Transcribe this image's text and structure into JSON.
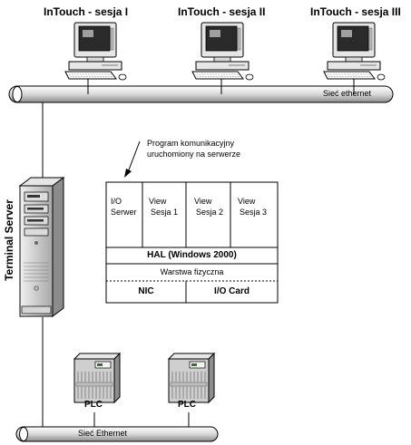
{
  "workstations": [
    {
      "label": "InTouch - sesja I"
    },
    {
      "label": "InTouch - sesja II"
    },
    {
      "label": "InTouch - sesja III"
    }
  ],
  "top_network_label": "Sieć ethernet",
  "program_note": {
    "line1": "Program komunikacyjny",
    "line2": "uruchomiony na serwerze"
  },
  "server_label": "Terminal Server",
  "stack": {
    "cells": [
      {
        "line1": "I/O",
        "line2": "Serwer"
      },
      {
        "line1": "View",
        "line2": "Sesja 1"
      },
      {
        "line1": "View",
        "line2": "Sesja 2"
      },
      {
        "line1": "View",
        "line2": "Sesja 3"
      }
    ],
    "hal": "HAL (Windows 2000)",
    "physical": "Warstwa fizyczna",
    "nic": "NIC",
    "io_card": "I/O Card"
  },
  "plcs": [
    {
      "label": "PLC"
    },
    {
      "label": "PLC"
    }
  ],
  "bottom_network_label": "Sieć Ethernet",
  "colors": {
    "bus": "#d4d0c8",
    "screen": "#2a2a2a",
    "case": "#c8c8c8",
    "line": "#000000"
  }
}
